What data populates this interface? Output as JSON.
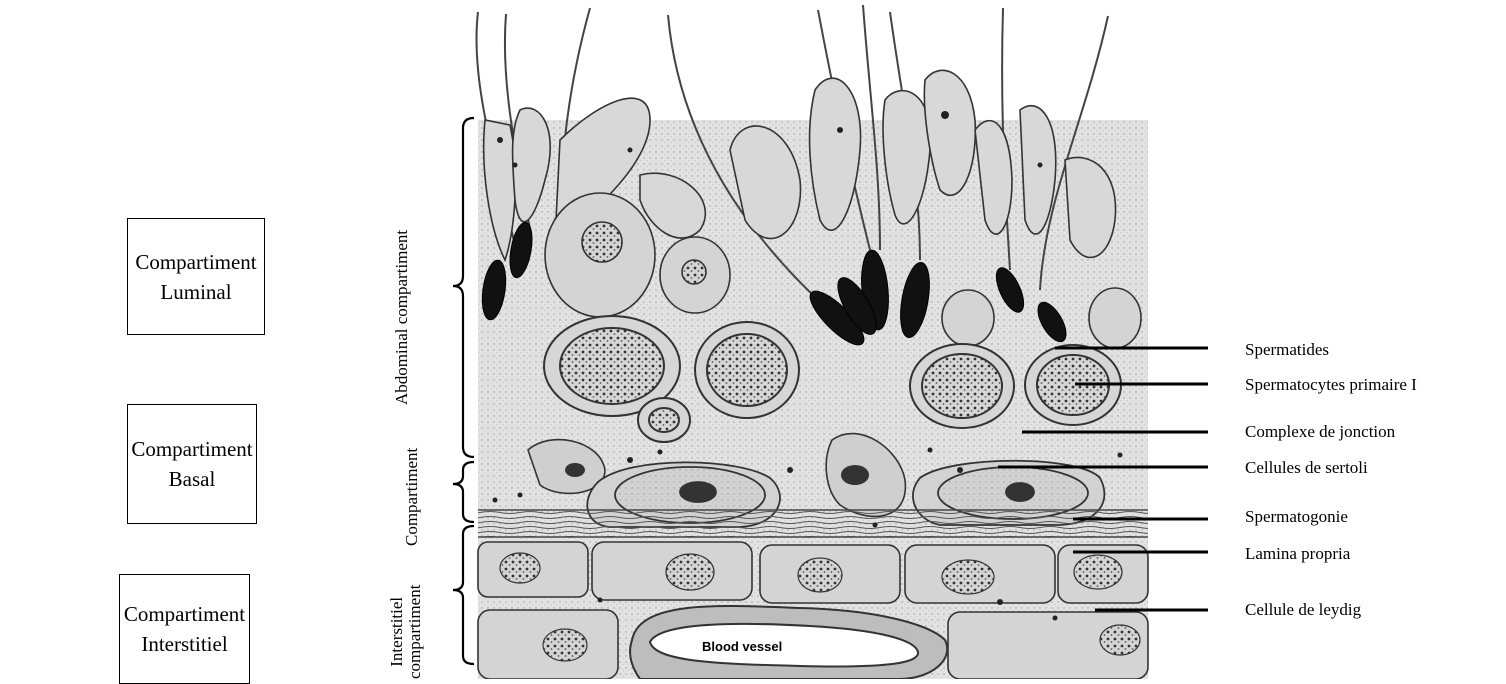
{
  "boxes": {
    "luminal": [
      "Compartiment",
      "Luminal"
    ],
    "basal": [
      "Compartiment",
      "Basal"
    ],
    "interstitiel": [
      "Compartiment",
      "Interstitiel"
    ]
  },
  "side_labels": {
    "abdominal": "Abdominal compartiment",
    "basal": "Compartiment",
    "interstitial_line1": "Interstitiel",
    "interstitial_line2": "compartiment"
  },
  "structures": [
    "Spermatides",
    "Spermatocytes primaire I",
    "Complexe de jonction",
    "Cellules de sertoli",
    "Spermatogonie",
    "Lamina propria",
    "Cellule de leydig"
  ],
  "figure_labels": {
    "vessel": "Blood vessel"
  }
}
